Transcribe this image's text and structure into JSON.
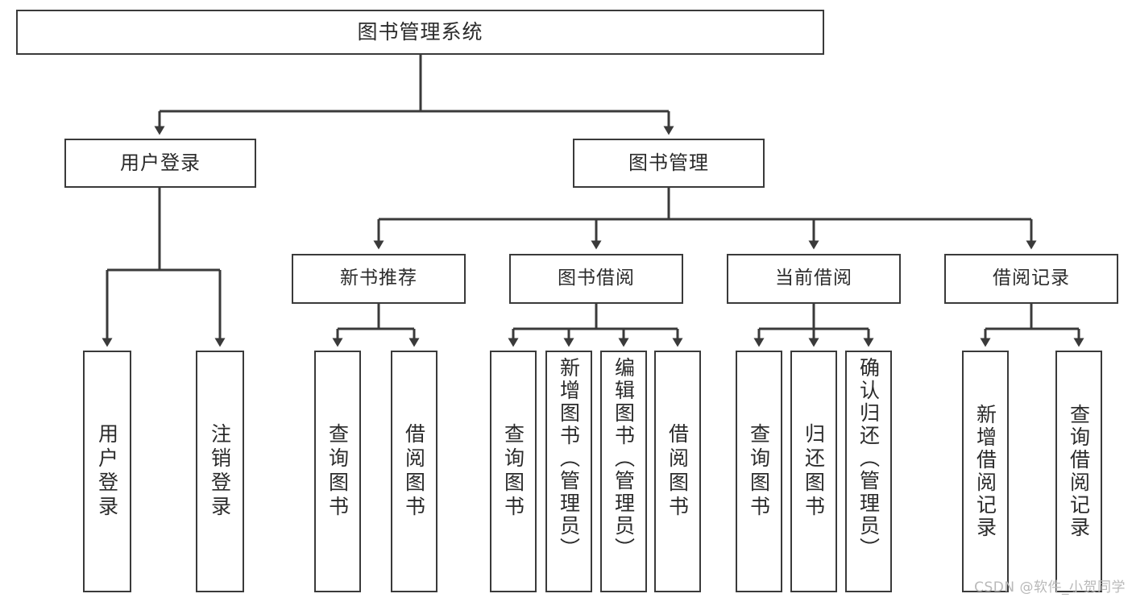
{
  "diagram": {
    "type": "tree-hierarchy-chart",
    "title": "图书管理系统",
    "watermark": "CSDN @软件_小贺同学",
    "colors": {
      "stroke": "#3a3a3a",
      "background": "#ffffff",
      "text": "#2b2b2b",
      "watermark": "#b9b9b9"
    },
    "root": {
      "label": "图书管理系统"
    },
    "level1": [
      {
        "label": "用户登录"
      },
      {
        "label": "图书管理"
      }
    ],
    "level2": [
      {
        "label": "新书推荐"
      },
      {
        "label": "图书借阅"
      },
      {
        "label": "当前借阅"
      },
      {
        "label": "借阅记录"
      }
    ],
    "leaves": {
      "user_login": [
        {
          "label": "用户登录"
        },
        {
          "label": "注销登录"
        }
      ],
      "new_book_recommend": [
        {
          "label": "查询图书"
        },
        {
          "label": "借阅图书"
        }
      ],
      "book_borrow": [
        {
          "label": "查询图书"
        },
        {
          "label": "新增图书（管理员）"
        },
        {
          "label": "编辑图书（管理员）"
        },
        {
          "label": "借阅图书"
        }
      ],
      "current_borrow": [
        {
          "label": "查询图书"
        },
        {
          "label": "归还图书"
        },
        {
          "label": "确认归还（管理员）"
        }
      ],
      "borrow_record": [
        {
          "label": "新增借阅记录"
        },
        {
          "label": "查询借阅记录"
        }
      ]
    }
  }
}
